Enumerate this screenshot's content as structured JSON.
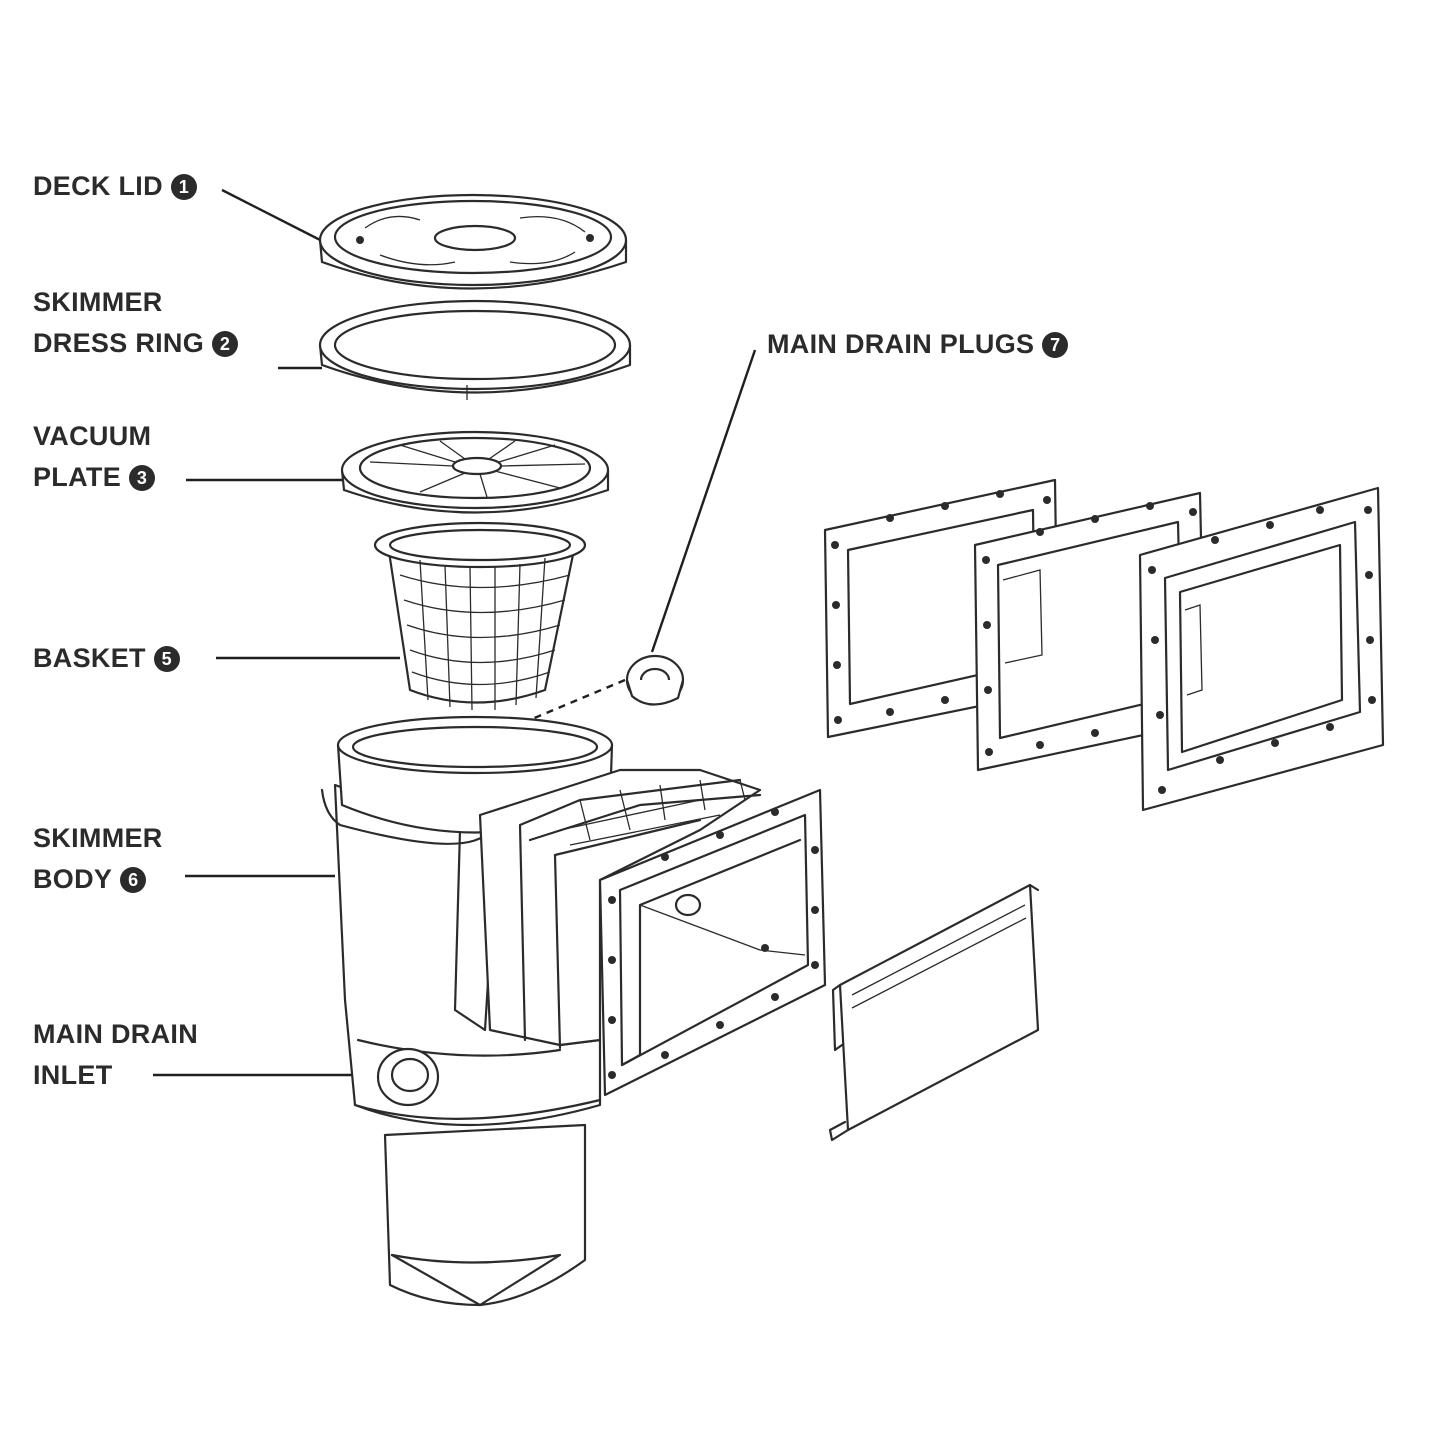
{
  "labels": {
    "deck_lid": {
      "text": "DECK LID",
      "number": "1"
    },
    "dress_ring": {
      "line1": "SKIMMER",
      "line2": "DRESS RING",
      "number": "2"
    },
    "vacuum_plate": {
      "line1": "VACUUM",
      "line2": "PLATE",
      "number": "3"
    },
    "basket": {
      "text": "BASKET",
      "number": "5"
    },
    "skimmer_body": {
      "line1": "SKIMMER",
      "line2": "BODY",
      "number": "6"
    },
    "main_drain_inlet": {
      "line1": "MAIN DRAIN",
      "line2": "INLET"
    },
    "main_drain_plugs": {
      "text": "MAIN DRAIN PLUGS",
      "number": "7"
    }
  },
  "colors": {
    "ink": "#2b2b2b",
    "background": "#ffffff"
  }
}
